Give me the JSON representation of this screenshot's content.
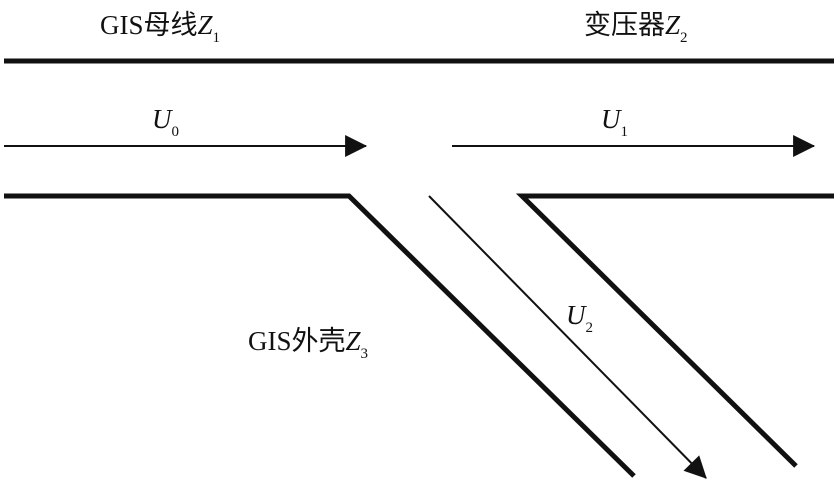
{
  "labels": {
    "gis_bus": {
      "prefix": "GIS母线",
      "var": "Z",
      "sub": "1"
    },
    "transformer": {
      "prefix": "变压器",
      "var": "Z",
      "sub": "2"
    },
    "gis_shell": {
      "prefix": "GIS外壳",
      "var": "Z",
      "sub": "3"
    },
    "u0": {
      "var": "U",
      "sub": "0"
    },
    "u1": {
      "var": "U",
      "sub": "1"
    },
    "u2": {
      "var": "U",
      "sub": "2"
    }
  },
  "colors": {
    "line": "#111111",
    "background": "#ffffff"
  }
}
